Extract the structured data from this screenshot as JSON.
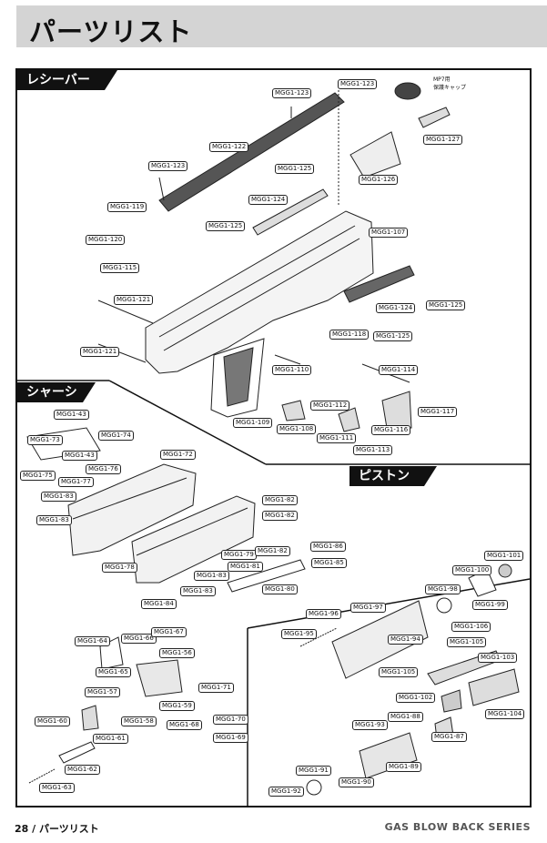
{
  "page": {
    "title": "パーツリスト",
    "footer_page": "28 / パーツリスト",
    "footer_series": "GAS BLOW BACK SERIES"
  },
  "sections": {
    "receiver": "レシーバー",
    "chassis": "シャーシ",
    "piston": "ピストン"
  },
  "captions": {
    "mp7_cap_line1": "MP7用",
    "mp7_cap_line2": "保護キャップ"
  },
  "parts": {
    "p123a": "MGG1-123",
    "p123b": "MGG1-123",
    "p123c": "MGG1-123",
    "p122": "MGG1-122",
    "p127": "MGG1-127",
    "p126": "MGG1-126",
    "p125a": "MGG1-125",
    "p124a": "MGG1-124",
    "p125b": "MGG1-125",
    "p119": "MGG1-119",
    "p120": "MGG1-120",
    "p107": "MGG1-107",
    "p115": "MGG1-115",
    "p121a": "MGG1-121",
    "p124b": "MGG1-124",
    "p125c": "MGG1-125",
    "p118": "MGG1-118",
    "p125d": "MGG1-125",
    "p121b": "MGG1-121",
    "p110": "MGG1-110",
    "p114": "MGG1-114",
    "p112": "MGG1-112",
    "p117": "MGG1-117",
    "p109": "MGG1-109",
    "p108": "MGG1-108",
    "p116": "MGG1-116",
    "p111": "MGG1-111",
    "p113": "MGG1-113",
    "c43a": "MGG1-43",
    "c74": "MGG1-74",
    "c73": "MGG1-73",
    "c43b": "MGG1-43",
    "c72": "MGG1-72",
    "c76": "MGG1-76",
    "c75": "MGG1-75",
    "c77": "MGG1-77",
    "c83a": "MGG1-83",
    "c83b": "MGG1-83",
    "c82a": "MGG1-82",
    "c82b": "MGG1-82",
    "c86": "MGG1-86",
    "c79": "MGG1-79",
    "c82c": "MGG1-82",
    "c85": "MGG1-85",
    "c78": "MGG1-78",
    "c81": "MGG1-81",
    "c83c": "MGG1-83",
    "c80": "MGG1-80",
    "c84": "MGG1-84",
    "c83d": "MGG1-83",
    "c64": "MGG1-64",
    "c66": "MGG1-66",
    "c67": "MGG1-67",
    "c56": "MGG1-56",
    "c65": "MGG1-65",
    "c71": "MGG1-71",
    "c57": "MGG1-57",
    "c59": "MGG1-59",
    "c60": "MGG1-60",
    "c58": "MGG1-58",
    "c68": "MGG1-68",
    "c70": "MGG1-70",
    "c61": "MGG1-61",
    "c69": "MGG1-69",
    "c62": "MGG1-62",
    "c63": "MGG1-63",
    "s101": "MGG1-101",
    "s100": "MGG1-100",
    "s98": "MGG1-98",
    "s99": "MGG1-99",
    "s96": "MGG1-96",
    "s97": "MGG1-97",
    "s106": "MGG1-106",
    "s95": "MGG1-95",
    "s94": "MGG1-94",
    "s105a": "MGG1-105",
    "s103": "MGG1-103",
    "s105b": "MGG1-105",
    "s102": "MGG1-102",
    "s104": "MGG1-104",
    "s88": "MGG1-88",
    "s93": "MGG1-93",
    "s87": "MGG1-87",
    "s89": "MGG1-89",
    "s91": "MGG1-91",
    "s90": "MGG1-90",
    "s92": "MGG1-92"
  }
}
